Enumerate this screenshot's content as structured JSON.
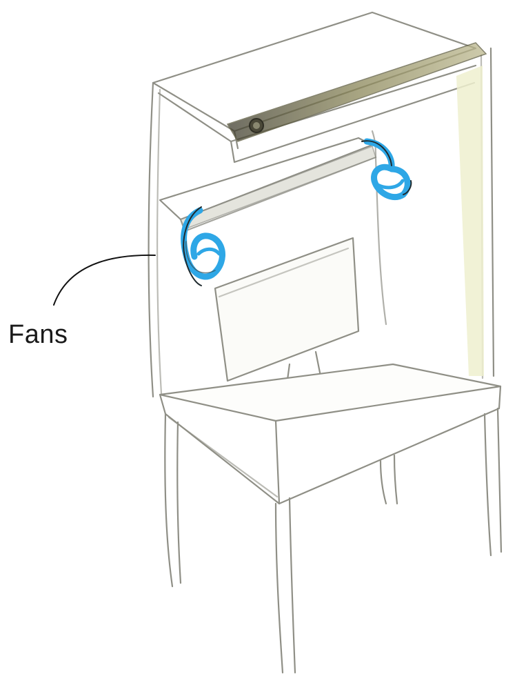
{
  "annotation": {
    "label": "Fans"
  },
  "colors": {
    "sketch_line": "#8f8f86",
    "fan_blue": "#2ea7e6",
    "leader_line": "#111111",
    "light_strip": "#7d7a52",
    "side_highlight": "#eef0cf"
  },
  "objects": {
    "fan_count": 2,
    "items": [
      "shelf-unit",
      "light-fixture",
      "fan",
      "fan",
      "monitor",
      "desk"
    ]
  }
}
